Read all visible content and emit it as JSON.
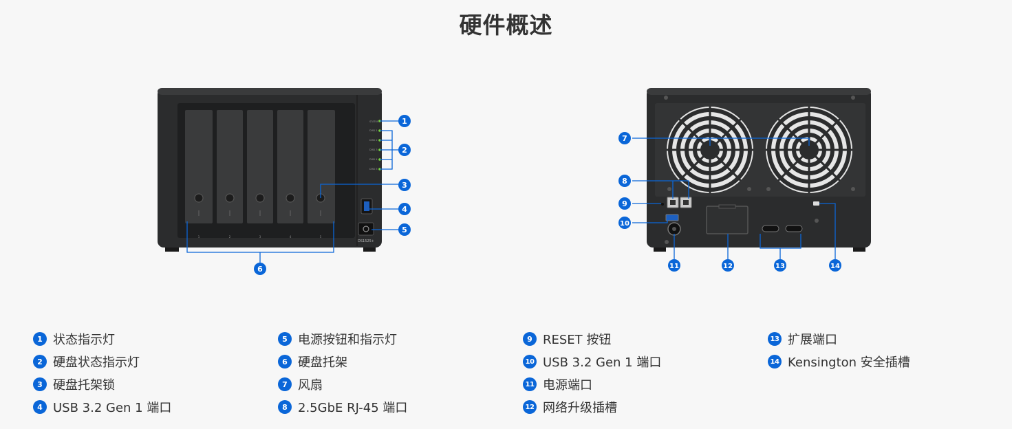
{
  "page": {
    "title": "硬件概述"
  },
  "device": {
    "model_label": "DS1525+"
  },
  "front": {
    "leds": [
      "STATUS",
      "DISK 1",
      "DISK 2",
      "DISK 3",
      "DISK 4",
      "DISK 5"
    ],
    "bay_numbers": [
      "1",
      "2",
      "3",
      "4",
      "5"
    ]
  },
  "callouts": [
    "1",
    "2",
    "3",
    "4",
    "5",
    "6",
    "7",
    "8",
    "9",
    "10",
    "11",
    "12",
    "13",
    "14"
  ],
  "legend": [
    {
      "num": "1",
      "label": "状态指示灯"
    },
    {
      "num": "5",
      "label": "电源按钮和指示灯"
    },
    {
      "num": "9",
      "label": "RESET 按钮"
    },
    {
      "num": "13",
      "label": "扩展端口"
    },
    {
      "num": "2",
      "label": "硬盘状态指示灯"
    },
    {
      "num": "6",
      "label": "硬盘托架"
    },
    {
      "num": "10",
      "label": "USB 3.2 Gen 1 端口"
    },
    {
      "num": "14",
      "label": "Kensington 安全插槽"
    },
    {
      "num": "3",
      "label": "硬盘托架锁"
    },
    {
      "num": "7",
      "label": "风扇"
    },
    {
      "num": "11",
      "label": "电源端口"
    },
    {
      "num": "",
      "label": ""
    },
    {
      "num": "4",
      "label": "USB 3.2 Gen 1 端口"
    },
    {
      "num": "8",
      "label": "2.5GbE RJ-45 端口"
    },
    {
      "num": "12",
      "label": "网络升级插槽"
    },
    {
      "num": "",
      "label": ""
    }
  ],
  "colors": {
    "accent": "#0a66d8",
    "device_body": "#2b2c2d",
    "led": "#7cdc3a"
  }
}
